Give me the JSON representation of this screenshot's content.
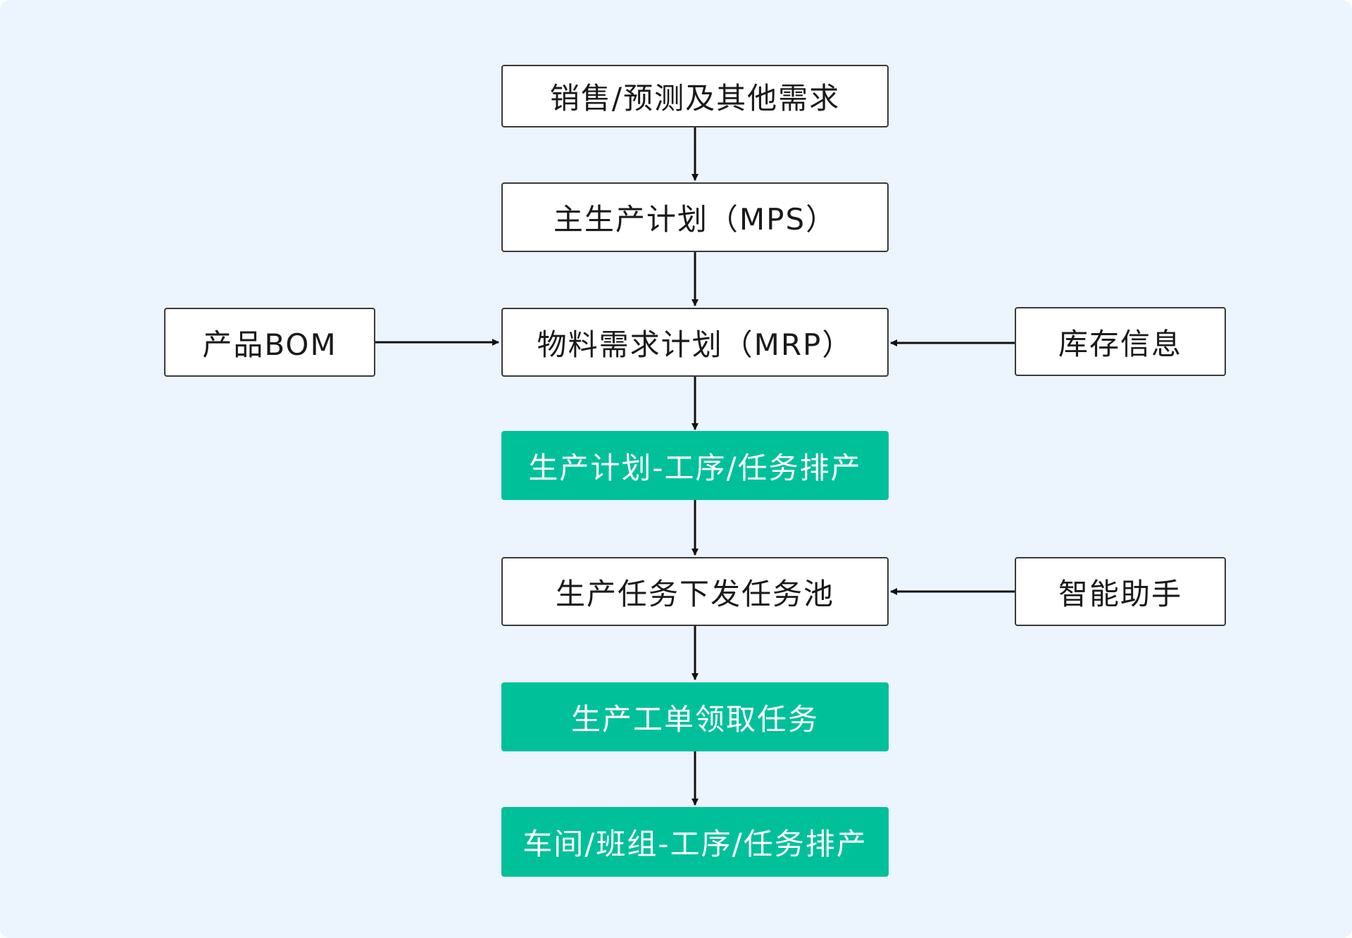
{
  "colors": {
    "background": "#ecf4fd",
    "node_fill": "#ffffff",
    "node_border": "#3a3a3a",
    "accent": "#00c09a",
    "arrow": "#111111"
  },
  "nodes": {
    "sales_forecast": "销售/预测及其他需求",
    "mps": "主生产计划（MPS）",
    "bom": "产品BOM",
    "mrp": "物料需求计划（MRP）",
    "inventory": "库存信息",
    "process_schedule": "生产计划-工序/任务排产",
    "task_pool": "生产任务下发任务池",
    "assistant": "智能助手",
    "work_order": "生产工单领取任务",
    "workshop_schedule": "车间/班组-工序/任务排产"
  }
}
